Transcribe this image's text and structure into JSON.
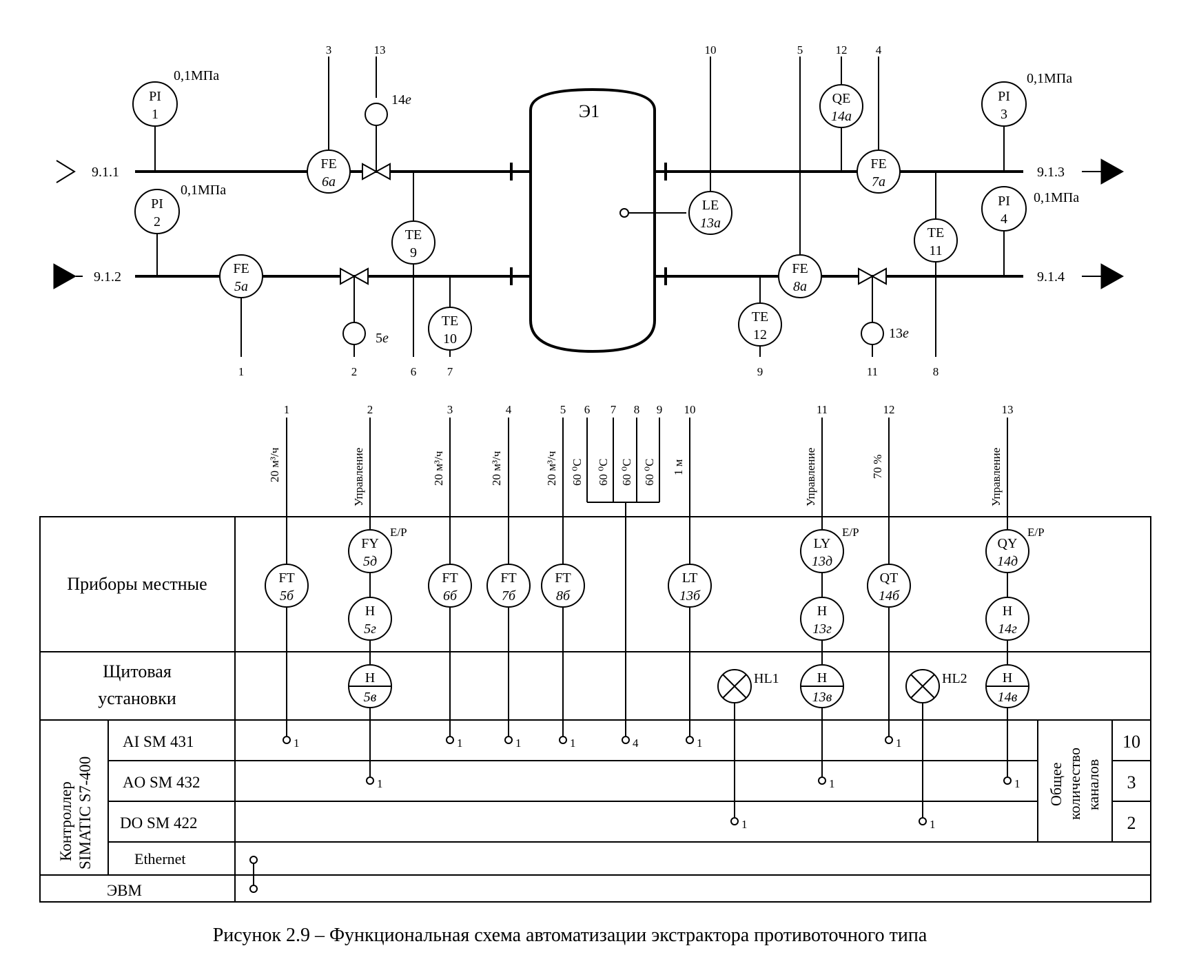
{
  "vessel_label": "Э1",
  "streams": {
    "s1": "9.1.1",
    "s2": "9.1.2",
    "s3": "9.1.3",
    "s4": "9.1.4"
  },
  "pressure": {
    "p1": "0,1МПа",
    "p2": "0,1МПа",
    "p3": "0,1МПа",
    "p4": "0,1МПа"
  },
  "instruments_top": {
    "pi1": [
      "PI",
      "1"
    ],
    "pi2": [
      "PI",
      "2"
    ],
    "pi3": [
      "PI",
      "3"
    ],
    "pi4": [
      "PI",
      "4"
    ],
    "fe5a": [
      "FE",
      "5а"
    ],
    "fe6a": [
      "FE",
      "6а"
    ],
    "fe7a": [
      "FE",
      "7а"
    ],
    "fe8a": [
      "FE",
      "8а"
    ],
    "te9": [
      "TE",
      "9"
    ],
    "te10": [
      "TE",
      "10"
    ],
    "te11": [
      "TE",
      "11"
    ],
    "te12": [
      "TE",
      "12"
    ],
    "le13a": [
      "LE",
      "13а"
    ],
    "qe14a": [
      "QE",
      "14а"
    ]
  },
  "actuators": {
    "a14e": "14е",
    "a5e": "5е",
    "a13e": "13е"
  },
  "top_line_numbers": {
    "fe6a": "3",
    "a14e": "13",
    "le13a": "10",
    "fe8a": "5",
    "qe14a": "12",
    "fe7a": "4",
    "fe5a": "1",
    "a5e": "2",
    "te9": "6",
    "te10": "7",
    "te12": "9",
    "a13e": "11",
    "te11": "8"
  },
  "mid_columns": [
    {
      "num": "1",
      "param": "20 м³/ч"
    },
    {
      "num": "2",
      "param": "Управление"
    },
    {
      "num": "3",
      "param": "20 м³/ч"
    },
    {
      "num": "4",
      "param": "20 м³/ч"
    },
    {
      "num": "5",
      "param": "20 м³/ч"
    },
    {
      "num": "6",
      "param": "60 ⁰С"
    },
    {
      "num": "7",
      "param": "60 ⁰С"
    },
    {
      "num": "8",
      "param": "60 ⁰С"
    },
    {
      "num": "9",
      "param": "60 ⁰С"
    },
    {
      "num": "10",
      "param": "1 м"
    },
    {
      "num": "11",
      "param": "Управление"
    },
    {
      "num": "12",
      "param": "70 %"
    },
    {
      "num": "13",
      "param": "Управление"
    }
  ],
  "rows": {
    "local": "Приборы местные",
    "panel_1": "Щитовая",
    "panel_2": "установки",
    "controller_1": "Контроллер",
    "controller_2": "SIMATIC S7-400",
    "ai": "AI SM 431",
    "ao": "AO SM 432",
    "do": "DO SM 422",
    "ethernet": "Ethernet",
    "pc": "ЭВМ"
  },
  "local_instruments": {
    "ft5b": [
      "FT",
      "5б"
    ],
    "fy5d": [
      "FY",
      "5д"
    ],
    "h5g": [
      "H",
      "5г"
    ],
    "ft6b": [
      "FT",
      "6б"
    ],
    "ft7b": [
      "FT",
      "7б"
    ],
    "ft8b": [
      "FT",
      "8б"
    ],
    "lt13b": [
      "LT",
      "13б"
    ],
    "ly13d": [
      "LY",
      "13д"
    ],
    "h13g": [
      "H",
      "13г"
    ],
    "qt14b": [
      "QT",
      "14б"
    ],
    "qy14d": [
      "QY",
      "14д"
    ],
    "h14g": [
      "H",
      "14г"
    ]
  },
  "ep_label": "E/P",
  "panel_instruments": {
    "h5v": [
      "H",
      "5в"
    ],
    "h13v": [
      "H",
      "13в"
    ],
    "h14v": [
      "H",
      "14в"
    ]
  },
  "lamps": {
    "hl1": "HL1",
    "hl2": "HL2"
  },
  "channels": {
    "ai_1": "1",
    "ai_3": "1",
    "ai_4": "1",
    "ai_5": "1",
    "ai_temp": "4",
    "ai_10": "1",
    "ai_12": "1",
    "ao_2": "1",
    "ao_11": "1",
    "ao_13": "1",
    "do_hl1": "1",
    "do_hl2": "1"
  },
  "totals": {
    "label_1": "Общее",
    "label_2": "количество",
    "label_3": "каналов",
    "ai": "10",
    "ao": "3",
    "do": "2"
  },
  "caption": "Рисунок 2.9 – Функциональная схема автоматизации экстрактора противоточного типа"
}
